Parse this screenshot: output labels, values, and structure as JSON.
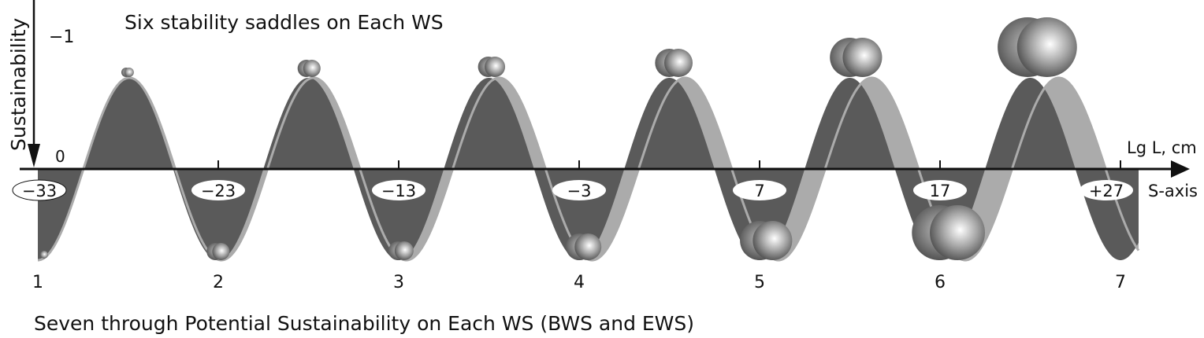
{
  "title_top": "Six stability saddles on Each WS",
  "title_bottom": "Seven through Potential Sustainability on Each WS (BWS and EWS)",
  "y_axis": {
    "label": "Sustainability",
    "tick_top": "−1",
    "tick_zero": "0"
  },
  "x_axis": {
    "label": "Lg L, cm",
    "s_axis_label": "S-axis"
  },
  "s_labels": [
    "−33",
    "−23",
    "−13",
    "−3",
    "7",
    "17",
    "+27"
  ],
  "trough_numbers": [
    "1",
    "2",
    "3",
    "4",
    "5",
    "6",
    "7"
  ],
  "colors": {
    "dark_fill": "#5a5a5a",
    "light_band": "#ababab",
    "axis": "#111111"
  }
}
